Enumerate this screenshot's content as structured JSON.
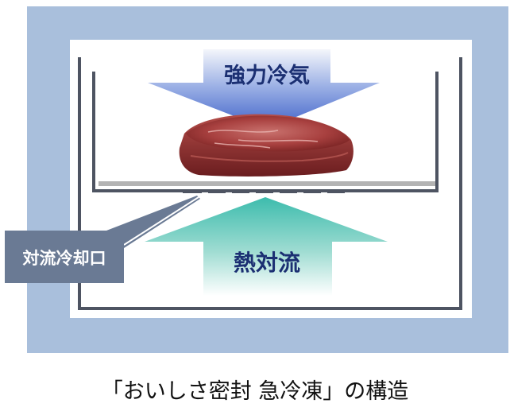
{
  "labels": {
    "cold_air": "強力冷気",
    "heat_convection": "熱対流",
    "outlet": "対流冷却口"
  },
  "caption": "「おいしさ密封 急冷凍」の構造",
  "colors": {
    "frame": "#a9bfdc",
    "wall": "#4e5462",
    "tray": "#b3b3b3",
    "cold_air": "#4a6ed0",
    "heat_convection": "#46bfb1",
    "label_box": "#6a7a94",
    "label_text": "#1b2f72"
  },
  "icons": [
    "meat-steak-image",
    "cold-air-arrow-icon",
    "convection-arrow-icon"
  ]
}
